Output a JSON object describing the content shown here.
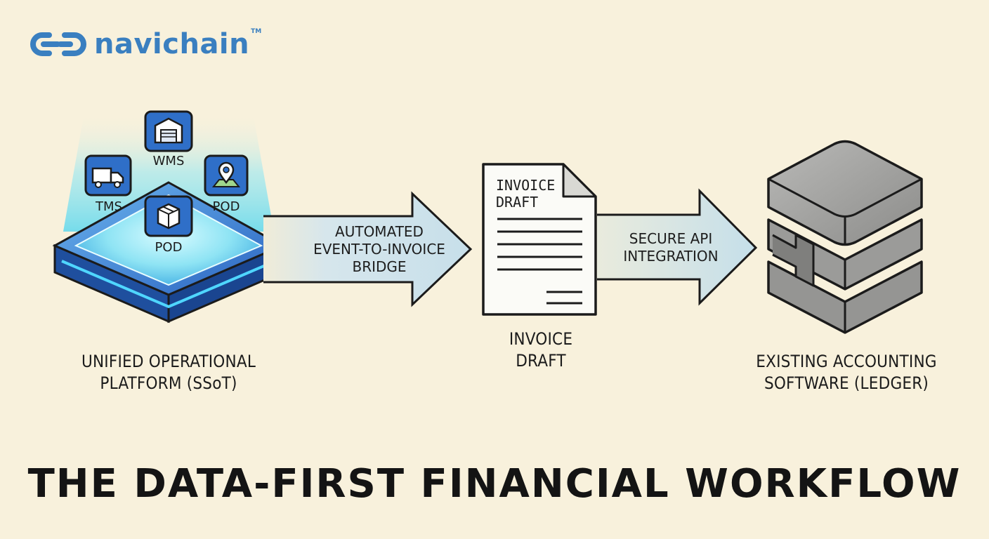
{
  "brand": {
    "name": "navichain",
    "trademark": "TM",
    "logo_icon": "chain-link-icon",
    "color": "#3a7fc0"
  },
  "platform": {
    "caption_line1": "UNIFIED OPERATIONAL",
    "caption_line2": "PLATFORM (SSoT)",
    "modules": [
      {
        "label": "WMS",
        "icon": "warehouse-icon"
      },
      {
        "label": "TMS",
        "icon": "truck-icon"
      },
      {
        "label": "POD",
        "icon": "map-pin-icon"
      },
      {
        "label": "POD",
        "icon": "package-box-icon"
      }
    ],
    "accent": "#2f78d6"
  },
  "bridge_arrow": {
    "line1": "AUTOMATED",
    "line2": "EVENT-TO-INVOICE",
    "line3": "BRIDGE"
  },
  "invoice": {
    "doc_line1": "INVOICE",
    "doc_line2": "DRAFT",
    "caption_line1": "INVOICE",
    "caption_line2": "DRAFT"
  },
  "api_arrow": {
    "line1": "SECURE API",
    "line2": "INTEGRATION"
  },
  "ledger": {
    "caption_line1": "EXISTING ACCOUNTING",
    "caption_line2": "SOFTWARE (LEDGER)",
    "icon": "database-stack-icon"
  },
  "title": "THE DATA-FIRST FINANCIAL WORKFLOW",
  "colors": {
    "background": "#f8f1dc",
    "arrow_fill": "#d3e6ee",
    "outline": "#1b1b1b",
    "glow": "#7fe3f2",
    "ledger_gray": "#9a9a9a"
  }
}
